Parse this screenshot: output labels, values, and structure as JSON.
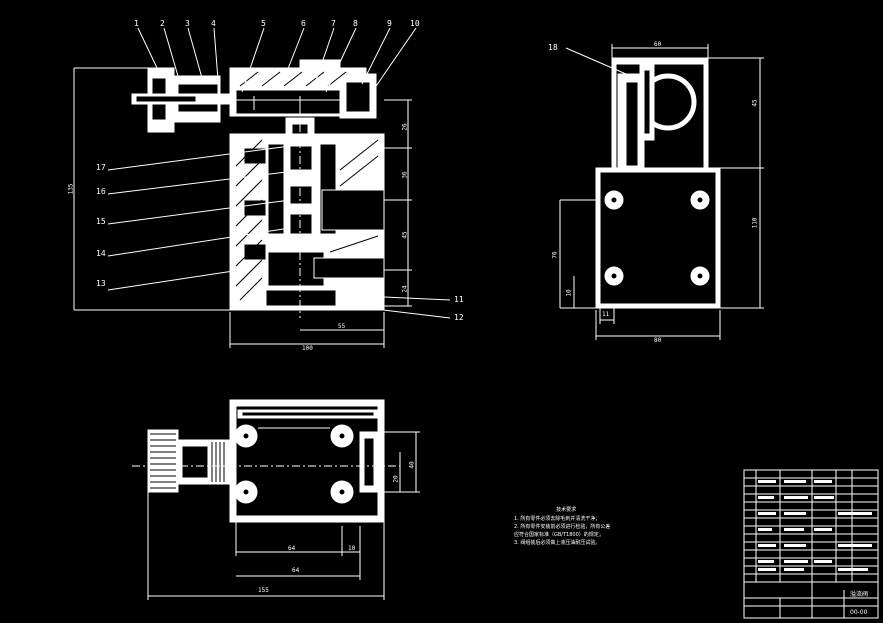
{
  "drawing": {
    "part_numbers": [
      "1",
      "2",
      "3",
      "4",
      "5",
      "6",
      "7",
      "8",
      "9",
      "10",
      "11",
      "12",
      "13",
      "14",
      "15",
      "16",
      "17",
      "18"
    ],
    "front_view_dims": {
      "overall_height": "135",
      "bottom_width": "100",
      "inner_width": "55",
      "right_dims": [
        "26",
        "36",
        "45",
        "24"
      ]
    },
    "side_view_dims": {
      "top_width": "60",
      "bottom_width": "80",
      "right_height_top": "45",
      "right_height": "110",
      "left_height": "76",
      "left_small": "10",
      "bottom_small": "11"
    },
    "top_view_dims": {
      "inner_64": "64",
      "inner_10": "10",
      "lower_64": "64",
      "overall": "155",
      "right_20": "20",
      "right_40": "40"
    },
    "tech_notes": {
      "title": "技术要求",
      "lines": [
        "1. 所有零件必须去除毛刺并清洗干净；",
        "2. 所有零件安装前必须进行检验，所有公差",
        "   应符合国家标准（GB/T1800）的规定；",
        "3. 阀组装后必须做上液压油耐压试验。"
      ]
    },
    "title_block": {
      "name": "溢流阀",
      "code": "00-00"
    }
  }
}
